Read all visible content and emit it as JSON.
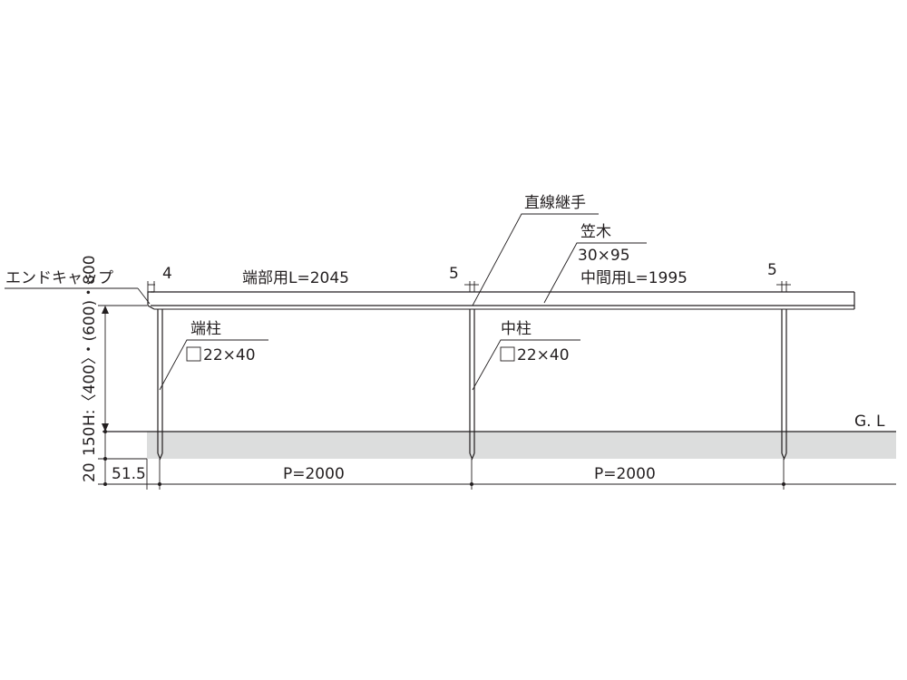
{
  "labels": {
    "end_cap": "エンドキャップ",
    "gap_end": "4",
    "gap_mid": "5",
    "gap_right": "5",
    "rail_end_length": "端部用L=2045",
    "rail_mid_length": "中間用L=1995",
    "straight_joint": "直線継手",
    "kasagi_name": "笠木",
    "kasagi_size": "30×95",
    "end_post_name": "端柱",
    "end_post_size": "22×40",
    "mid_post_name": "中柱",
    "mid_post_size": "22×40",
    "ground_line": "G. L",
    "height_options": "H:〈400〉・(600)・800",
    "dim_150": "150",
    "dim_20": "20",
    "dim_51_5": "51.5",
    "pitch_left": "P=2000",
    "pitch_right": "P=2000"
  },
  "colors": {
    "line": "#231f20",
    "ground_fill": "#dcdddd"
  }
}
